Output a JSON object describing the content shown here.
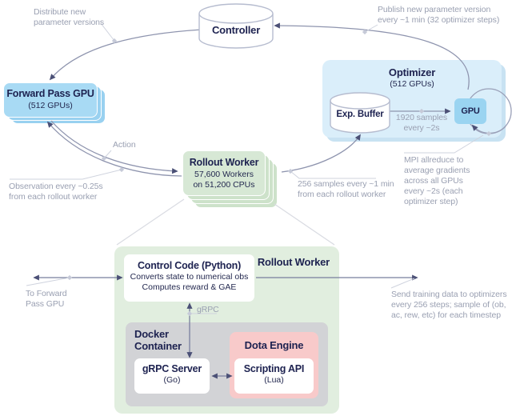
{
  "top": {
    "controller": {
      "label": "Controller"
    },
    "forward_pass": {
      "title": "Forward Pass GPU",
      "subtitle": "(512 GPUs)"
    },
    "optimizer": {
      "title": "Optimizer",
      "subtitle": "(512 GPUs)",
      "exp_buffer_label": "Exp. Buffer",
      "gpu_label": "GPU",
      "samples_label": "1920 samples\nevery ~2s"
    },
    "rollout_worker": {
      "title": "Rollout Worker",
      "line1": "57,600 Workers",
      "line2": "on 51,200 CPUs"
    },
    "annotations": {
      "distribute": "Distribute new\nparameter versions",
      "publish": "Publish new parameter version\nevery ~1 min (32 optimizer steps)",
      "action": "Action",
      "observation": "Observation every ~0.25s\nfrom each rollout worker",
      "samples256": "256 samples every ~1 min\nfrom each rollout worker",
      "mpi": "MPI allreduce to\naverage gradients\nacross all GPUs\nevery ~2s (each\noptimizer step)"
    }
  },
  "detail": {
    "title": "Rollout Worker",
    "control_code": {
      "title": "Control Code (Python)",
      "line1": "Converts state to numerical obs",
      "line2": "Computes reward & GAE"
    },
    "grpc_label": "gRPC",
    "docker": {
      "title": "Docker\nContainer"
    },
    "grpc_server": {
      "title": "gRPC Server",
      "subtitle": "(Go)"
    },
    "dota_engine": {
      "title": "Dota Engine"
    },
    "scripting_api": {
      "title": "Scripting API",
      "subtitle": "(Lua)"
    },
    "annotations": {
      "to_forward": "To Forward\nPass GPU",
      "send_training": "Send training data to optimizers\nevery 256 steps; sample of (ob,\nac, rew, etc) for each timestep"
    }
  },
  "colors": {
    "navy_text": "#1d2250",
    "gray_text": "#9aa0b2",
    "connector": "#8e94ae",
    "light_blue_box": "#a8daf4",
    "optimizer_bg": "#daeefa",
    "gpu_box": "#9ad4f1",
    "green_box": "#d7e8d5",
    "green_panel": "#e1eedf",
    "docker_gray": "#d2d3d6",
    "dota_pink": "#f8caca"
  }
}
